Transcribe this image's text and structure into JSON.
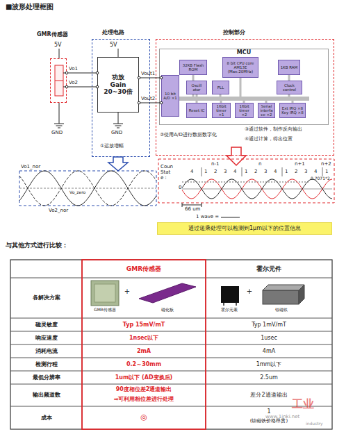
{
  "diagram": {
    "title": "■波形处理框图",
    "nodes": [
      {
        "text": [
          "GMR传感器"
        ]
      },
      {
        "text": [
          "处理电路"
        ]
      },
      {
        "text": [
          "功放 Gain 20~30倍"
        ],
        "in": 1
      },
      {
        "text": [
          "控制部分"
        ]
      },
      {
        "text": [
          "MCU"
        ],
        "in": 3
      },
      {
        "text": [
          "32KB Flash ROM"
        ],
        "in": 4
      },
      {
        "text": [
          "8 bit CPU core AM13E (Max:20MHz)"
        ],
        "in": 4
      },
      {
        "text": [
          "1KB RAM"
        ],
        "in": 4
      },
      {
        "text": [
          "10 bit A/D ×1"
        ],
        "in": 4
      },
      {
        "text": [
          "Oscill ator"
        ],
        "in": 4
      },
      {
        "text": [
          "PLL"
        ],
        "in": 4
      },
      {
        "text": [
          "Clock control"
        ],
        "in": 4
      },
      {
        "text": [
          "Reset IC"
        ],
        "in": 4
      },
      {
        "text": [
          "16bit timer ×1"
        ],
        "in": 4
      },
      {
        "text": [
          "16bit timer ×2"
        ],
        "in": 4
      },
      {
        "text": [
          "Serial interface ×2"
        ],
        "in": 4
      },
      {
        "text": [
          "Ext IRQ ×8 Key IRQ ×8"
        ],
        "in": 4
      },
      {
        "text": [
          "通过递乘处理可以检测到1μm以下的位置信息"
        ]
      }
    ],
    "edges": [
      {
        "from": 0,
        "to": 2,
        "label": "Vo1",
        "arrow": "none"
      },
      {
        "from": 0,
        "to": 2,
        "label": "Vo2",
        "arrow": "none"
      },
      {
        "from": 2,
        "to": 8,
        "label": "Vout1",
        "arrow": "none"
      },
      {
        "from": 2,
        "to": 8,
        "label": "Vout2",
        "arrow": "none"
      }
    ],
    "labels": [
      "5V",
      "GND",
      "5V",
      "GND",
      "①运放增幅",
      "②使用A/D进行数据数字化",
      "③通过软件，制作反向输出",
      "④通过计算，得出位置",
      "Vo1_nor",
      "Vo_zero",
      "Vo2_nor",
      "Coun Stat e：",
      "n-1",
      "n",
      "n+1",
      "n+2",
      "4",
      "1",
      "2",
      "3",
      "4",
      "1",
      "2",
      "3",
      "4",
      "1",
      "2",
      "3",
      "4",
      "1",
      "0",
      "0.7071*2",
      "66 um",
      "1 wave =",
      "与其他方式进行比较：",
      "GMR传感器",
      "霍尔元件",
      "各解决方案",
      "GMR传感器",
      "+",
      "磁化板",
      "霍尔元素",
      "+",
      "钕磁铁",
      "磁灵敏度",
      "Typ 15mV/mT",
      "Typ 1mV/mT",
      "响应速度",
      "1nsec以下",
      "1usec",
      "消耗电流",
      "2mA",
      "4mA",
      "检测行程",
      "0.2～30mm",
      "1mm以下",
      "最低分辨率",
      "1um以下 (AD变换后)",
      "2.5um",
      "输出频道数",
      "90度相位差2通道输出",
      "⇒可利用相位差进行处理",
      "差分2通道输出",
      "成本",
      "◎",
      "1",
      "(钕磁铁价格昂贵)",
      "工业",
      "www.1inki.net",
      "industry"
    ]
  }
}
